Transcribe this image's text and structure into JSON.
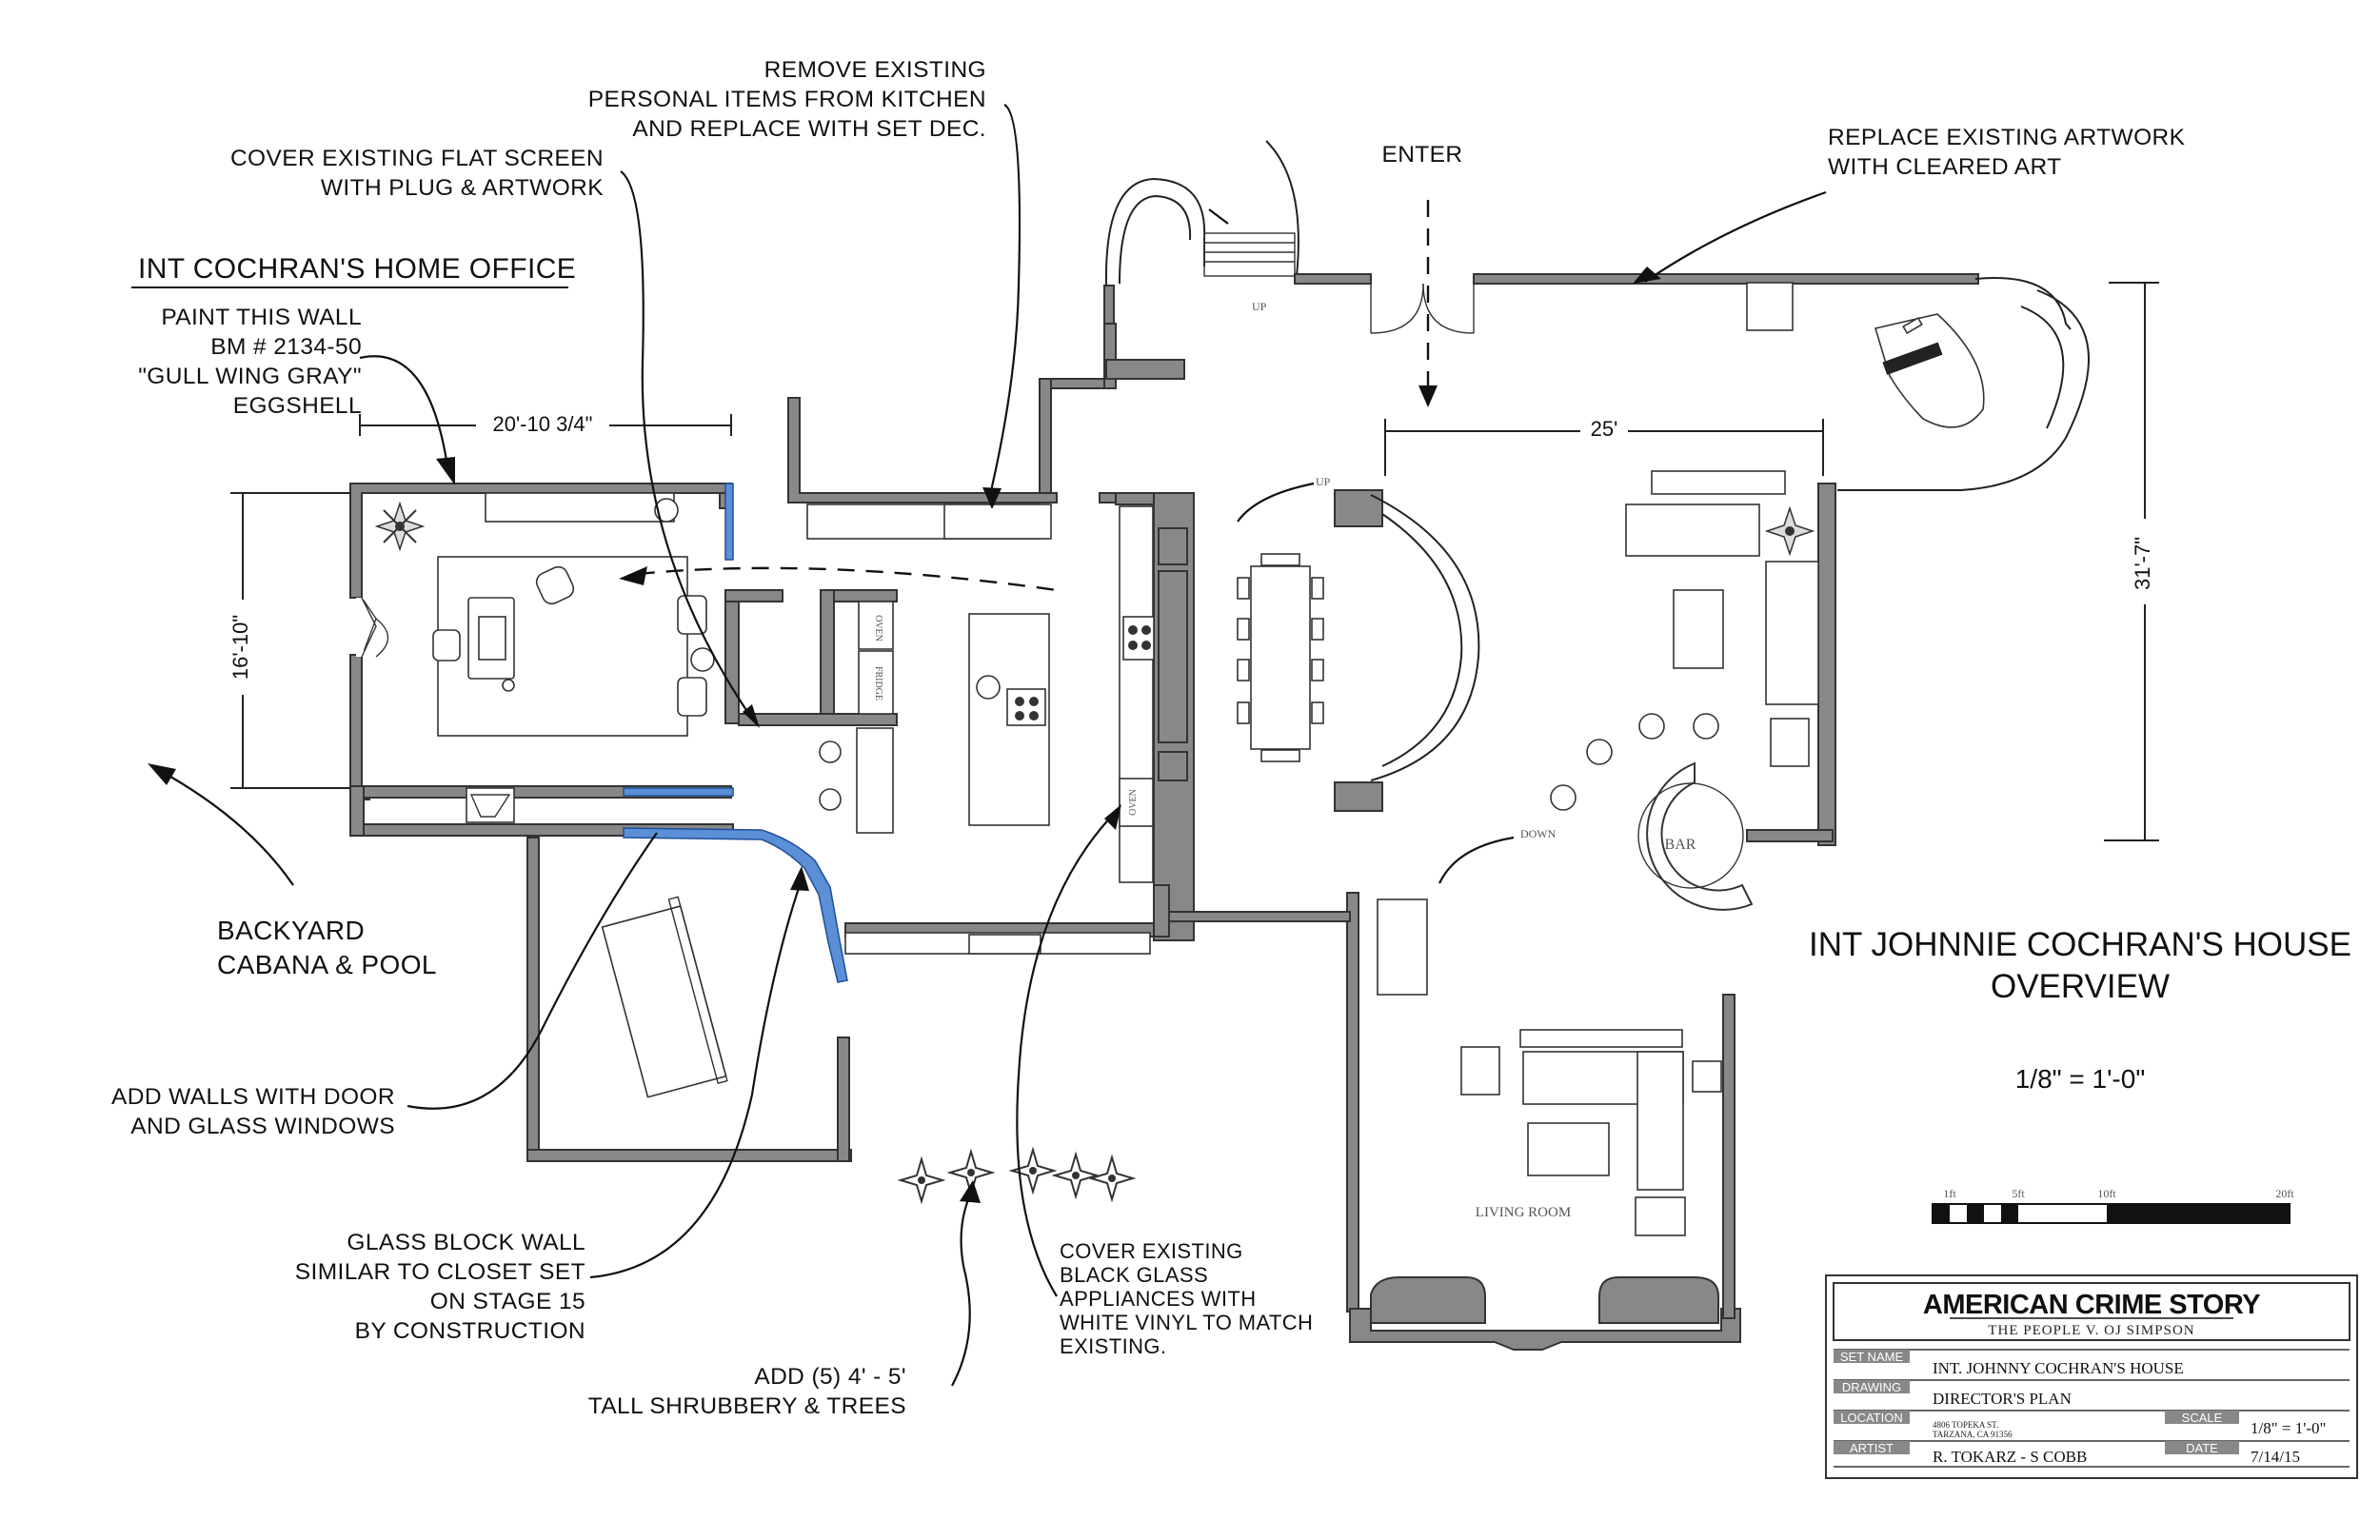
{
  "notes": {
    "remove_items": [
      "REMOVE EXISTING",
      "PERSONAL ITEMS FROM KITCHEN",
      "AND REPLACE WITH SET DEC."
    ],
    "cover_screen": [
      "COVER EXISTING FLAT SCREEN",
      "WITH PLUG & ARTWORK"
    ],
    "office_title": "INT COCHRAN'S HOME OFFICE",
    "paint_wall": [
      "PAINT THIS WALL",
      "BM # 2134-50",
      "\"GULL WING GRAY\"",
      "EGGSHELL"
    ],
    "enter": "ENTER",
    "replace_art": [
      "REPLACE EXISTING ARTWORK",
      "WITH CLEARED ART"
    ],
    "backyard": [
      "BACKYARD",
      "CABANA & POOL"
    ],
    "add_walls": [
      "ADD WALLS WITH DOOR",
      "AND GLASS WINDOWS"
    ],
    "glass_block": [
      "GLASS BLOCK WALL",
      "SIMILAR TO CLOSET SET",
      "ON STAGE 15",
      "BY CONSTRUCTION"
    ],
    "shrubbery": [
      "ADD (5) 4' - 5'",
      "TALL SHRUBBERY & TREES"
    ],
    "appliances": [
      "COVER EXISTING",
      "BLACK GLASS",
      "APPLIANCES WITH",
      "WHITE VINYL TO MATCH",
      "EXISTING."
    ]
  },
  "dimensions": {
    "office_width": "20'-10 3/4\"",
    "office_depth": "16'-10\"",
    "living_width": "25'",
    "living_depth": "31'-7\""
  },
  "room_labels": {
    "bar": "BAR",
    "living_room": "LIVING ROOM",
    "up_1": "UP",
    "up_2": "UP",
    "down": "DOWN",
    "oven_1": "OVEN",
    "fridge": "FRIDGE",
    "oven_2": "OVEN"
  },
  "title": {
    "line1": "INT JOHNNIE COCHRAN'S HOUSE",
    "line2": "OVERVIEW",
    "scale": "1/8\" = 1'-0\""
  },
  "scale_bar": {
    "labels": [
      "1ft",
      "5ft",
      "10ft",
      "20ft"
    ]
  },
  "title_block": {
    "show": "AMERICAN CRIME STORY",
    "subtitle": "THE PEOPLE V. OJ SIMPSON",
    "set_name_label": "SET NAME",
    "set_name": "INT. JOHNNY COCHRAN'S HOUSE",
    "drawing_label": "DRAWING",
    "drawing": "DIRECTOR'S PLAN",
    "location_label": "LOCATION",
    "location": [
      "4806 TOPEKA ST.",
      "TARZANA, CA 91356"
    ],
    "scale_label": "SCALE",
    "scale": "1/8\" = 1'-0\"",
    "artist_label": "ARTIST",
    "artist": "R. TOKARZ - S COBB",
    "date_label": "DATE",
    "date": "7/14/15"
  },
  "colors": {
    "wall": "#888888",
    "glass": "#5b8fd6",
    "ink": "#111111"
  }
}
